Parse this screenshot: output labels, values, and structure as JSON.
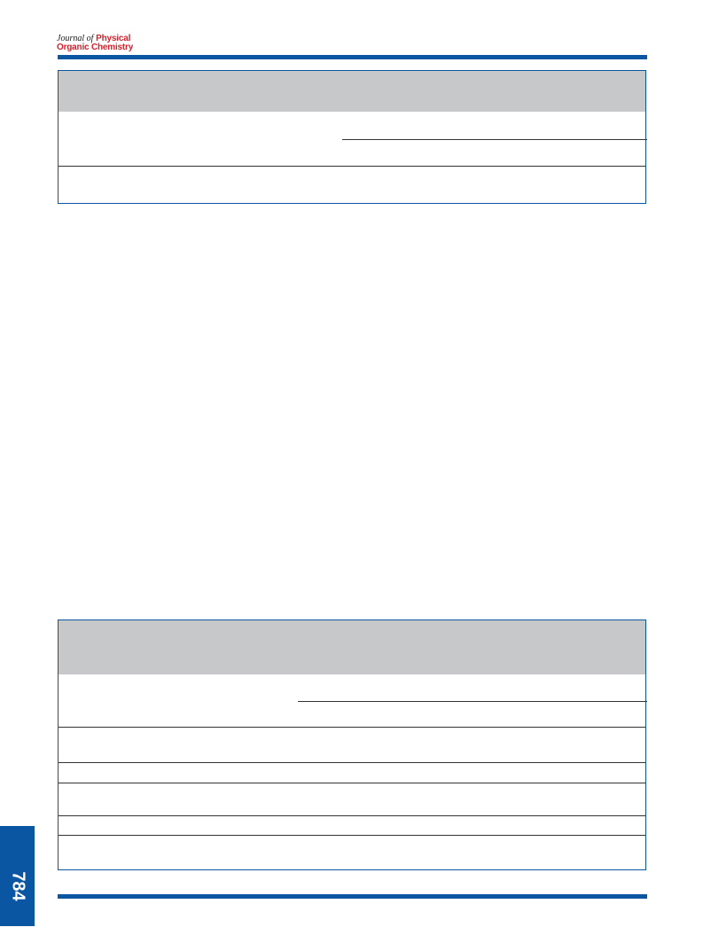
{
  "header": {
    "journal_line1_italic": "Journal of",
    "journal_line1_bold": "Physical",
    "journal_line2": "Organic Chemistry"
  },
  "colors": {
    "rule_blue": "#0b56a3",
    "logo_red": "#d51f2b",
    "table_header_gray": "#c6c8ca"
  },
  "footer": {
    "page_number": "784"
  },
  "tables": [
    {
      "name": "table-1",
      "rows": []
    },
    {
      "name": "table-2",
      "rows": []
    }
  ]
}
